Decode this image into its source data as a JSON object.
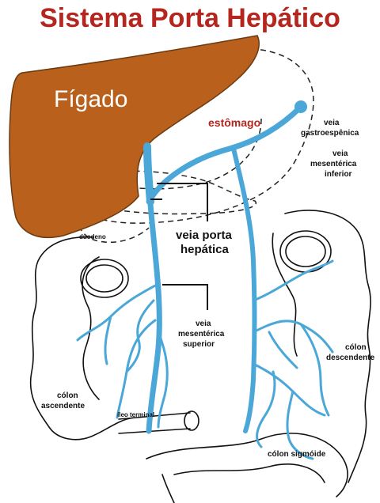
{
  "title": "Sistema Porta Hepático",
  "colors": {
    "title": "#b5261e",
    "liver": "#b8601c",
    "vein": "#4aa7d8",
    "outline": "#111111"
  },
  "labels": {
    "liver": "Fígado",
    "stomach": "estômago",
    "splenic_vein_line1": "veia",
    "splenic_vein_line2": "gastroespênica",
    "inferior_mesenteric_line1": "veia",
    "inferior_mesenteric_line2": "mesentérica",
    "inferior_mesenteric_line3": "inferior",
    "duodenum": "duodeno",
    "portal_vein_line1": "veia porta",
    "portal_vein_line2": "hepática",
    "superior_mesenteric_line1": "veia",
    "superior_mesenteric_line2": "mesentérica",
    "superior_mesenteric_line3": "superior",
    "descending_colon_line1": "cólon",
    "descending_colon_line2": "descendente",
    "ascending_colon_line1": "cólon",
    "ascending_colon_line2": "ascendente",
    "terminal_ileum": "íleo terminal",
    "sigmoid_colon": "cólon sigmóide"
  }
}
